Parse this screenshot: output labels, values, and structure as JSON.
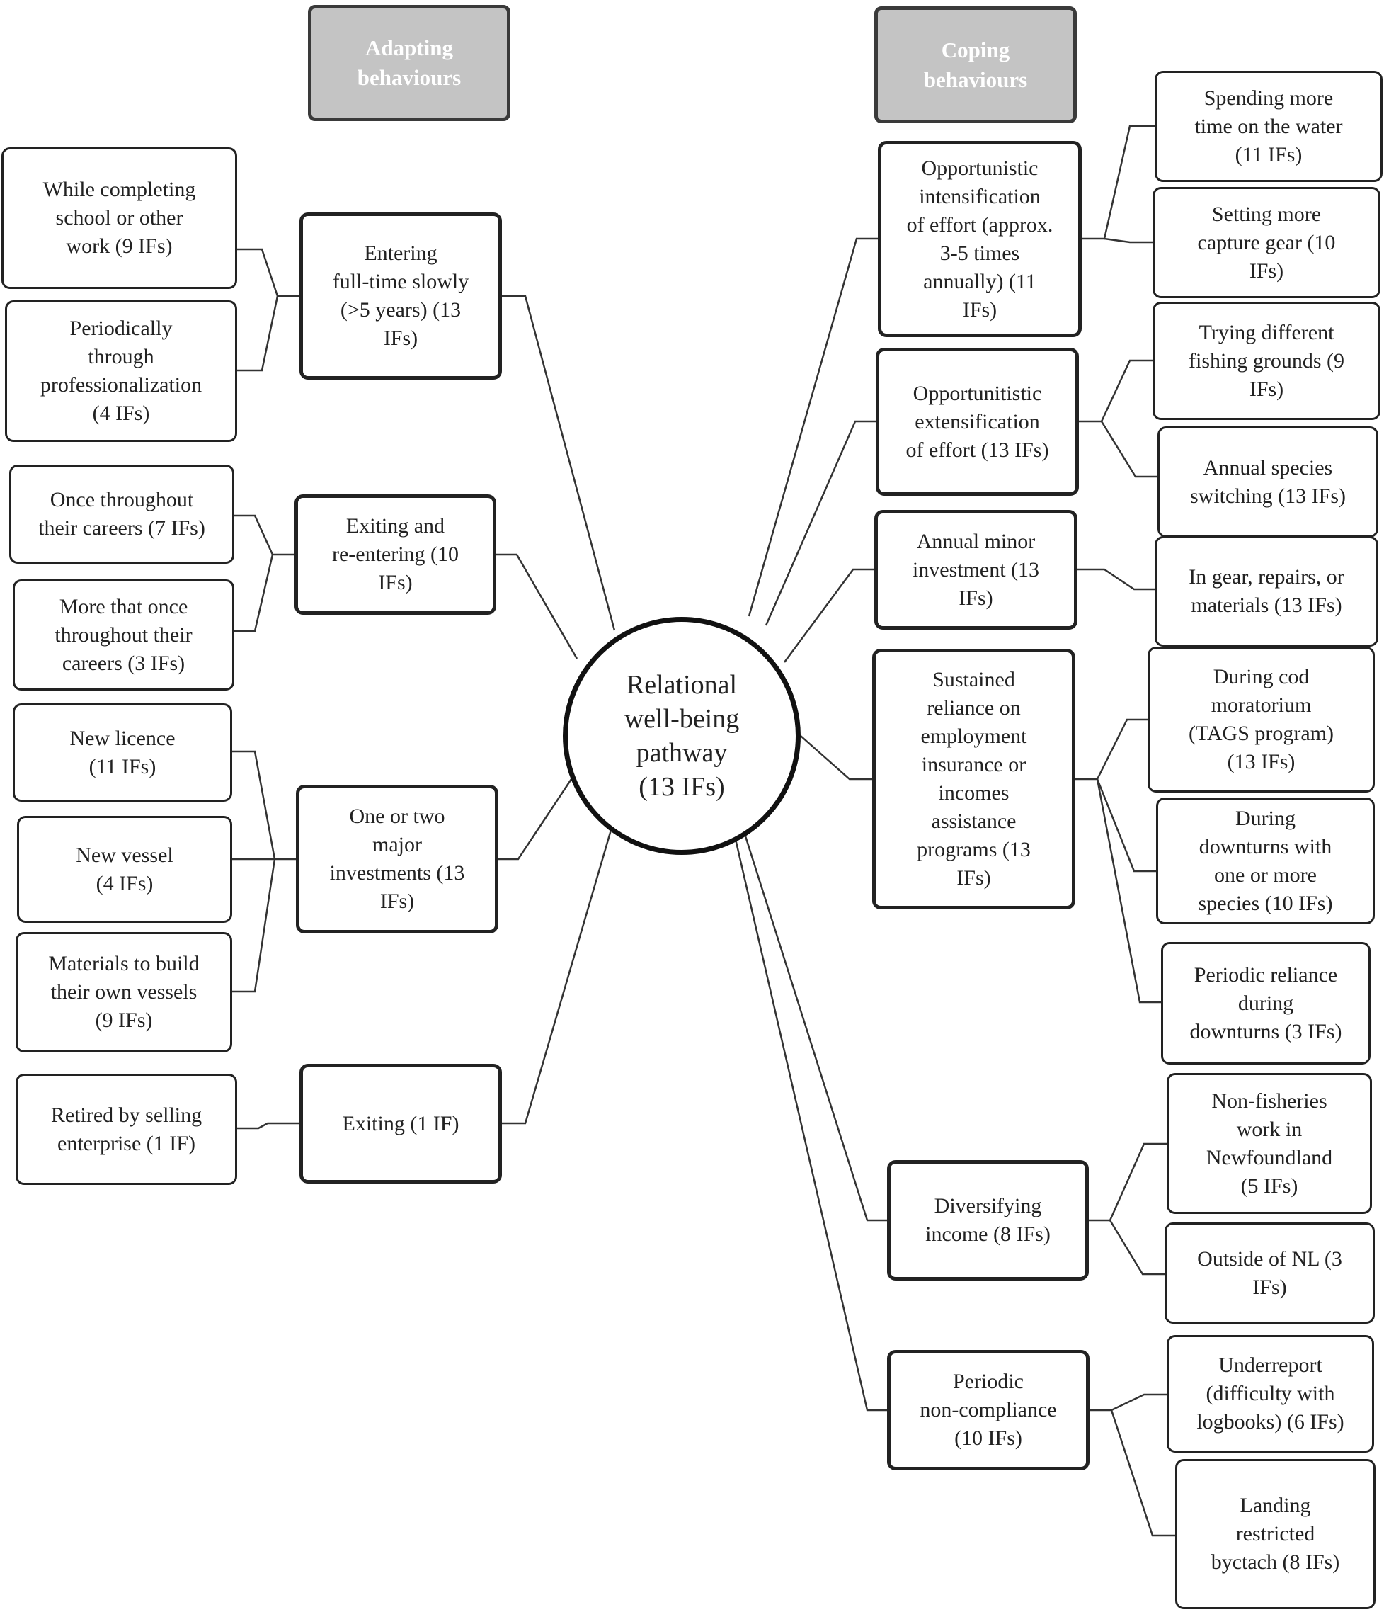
{
  "center": {
    "label": "Relational\nwell-being\npathway\n(13 IFs)"
  },
  "headers": {
    "adapting": "Adapting\nbehaviours",
    "coping": "Coping\nbehaviours"
  },
  "adapting": {
    "entering": {
      "label": "Entering\nfull-time slowly\n(>5 years) (13\nIFs)",
      "children": [
        "While completing\nschool or other\nwork (9 IFs)",
        "Periodically\nthrough\nprofessionalization\n(4 IFs)"
      ]
    },
    "exiting_reentering": {
      "label": "Exiting and\nre-entering (10\nIFs)",
      "children": [
        "Once throughout\ntheir careers (7 IFs)",
        "More that once\nthroughout their\ncareers (3 IFs)"
      ]
    },
    "investments": {
      "label": "One or two\nmajor\ninvestments (13\nIFs)",
      "children": [
        "New licence\n(11 IFs)",
        "New vessel\n(4 IFs)",
        "Materials to build\ntheir own vessels\n(9 IFs)"
      ]
    },
    "exiting": {
      "label": "Exiting (1 IF)",
      "children": [
        "Retired by selling\nenterprise (1 IF)"
      ]
    }
  },
  "coping": {
    "intensification": {
      "label": "Opportunistic\nintensification\nof effort (approx.\n3-5 times\nannually) (11\nIFs)",
      "children": [
        "Spending more\ntime on the water\n(11 IFs)",
        "Setting more\ncapture gear (10\nIFs)"
      ]
    },
    "extensification": {
      "label": "Opportunitistic\nextensification\nof effort (13 IFs)",
      "children": [
        "Trying different\nfishing grounds (9\nIFs)",
        "Annual species\nswitching (13 IFs)"
      ]
    },
    "minor_investment": {
      "label": "Annual minor\ninvestment (13\nIFs)",
      "children": [
        "In gear, repairs, or\nmaterials (13 IFs)"
      ]
    },
    "reliance": {
      "label": "Sustained\nreliance on\nemployment\ninsurance or\nincomes\nassistance\nprograms (13\nIFs)",
      "children": [
        "During cod\nmoratorium\n(TAGS program)\n(13 IFs)",
        "During\ndownturns with\none or more\nspecies (10 IFs)",
        "Periodic reliance\nduring\ndownturns (3 IFs)"
      ]
    },
    "diversifying": {
      "label": "Diversifying\nincome (8 IFs)",
      "children": [
        "Non-fisheries\nwork in\nNewfoundland\n(5 IFs)",
        "Outside of NL (3\nIFs)"
      ]
    },
    "noncompliance": {
      "label": "Periodic\nnon-compliance\n(10 IFs)",
      "children": [
        "Underreport\n(difficulty with\nlogbooks) (6 IFs)",
        "Landing\nrestricted\nbyctach (8 IFs)"
      ]
    }
  }
}
